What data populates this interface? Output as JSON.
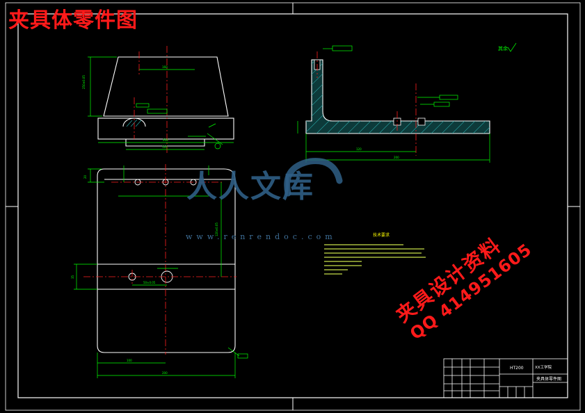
{
  "title": "夹具体零件图",
  "stamp": {
    "line1": "夹具设计资料",
    "line2": "QQ 414951605"
  },
  "logo": {
    "name": "人人文库",
    "url": "www.renrendoc.com"
  },
  "drawing": {
    "roughness_note": "其余",
    "tech_req_title": "技术要求",
    "title_block": {
      "material": "HT200",
      "school": "XX工学院",
      "part_name": "夹具体零件图"
    },
    "colors": {
      "background": "#000000",
      "outline": "#ffffff",
      "dimension": "#00ff00",
      "centerline": "#ff2020",
      "hatch": "#2aa6a6",
      "tech_text": "#ffff00",
      "watermark": "#ff1a1a",
      "logo": "#2f5f86"
    }
  }
}
